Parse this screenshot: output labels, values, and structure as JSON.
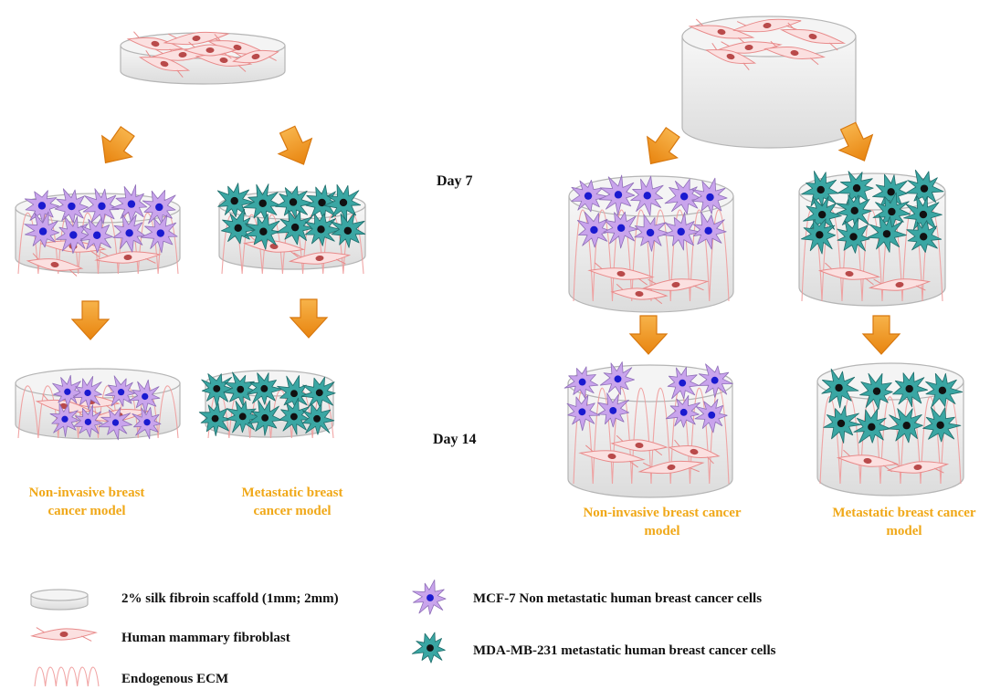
{
  "days": {
    "day7": "Day 7",
    "day14": "Day 14"
  },
  "models": {
    "left_noninvasive": "Non-invasive breast cancer model",
    "left_metastatic": "Metastatic breast cancer model",
    "right_noninvasive": "Non-invasive breast cancer model",
    "right_metastatic": "Metastatic breast cancer model"
  },
  "legend": {
    "scaffold": "2% silk fibroin  scaffold (1mm; 2mm)",
    "fibroblast": "Human mammary fibroblast",
    "ecm": "Endogenous ECM",
    "mcf7": "MCF-7 Non metastatic human breast cancer cells",
    "mda": "MDA-MB-231 metastatic human breast cancer cells"
  },
  "colors": {
    "label_orange": "#f0a818",
    "arrow_orange": "#f39a1e",
    "mcf7_purple": "#c9a4ec",
    "mda_teal": "#3aa6a3",
    "fibroblast_pink": "#e88a8a",
    "scaffold_fill": "#efefef"
  }
}
